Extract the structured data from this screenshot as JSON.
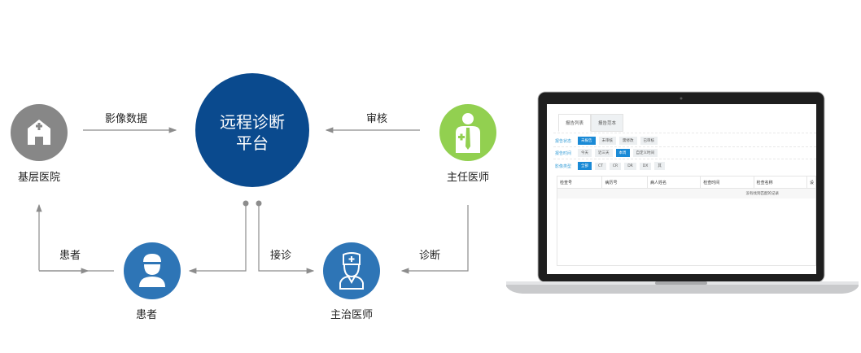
{
  "diagram": {
    "center": {
      "line1": "远程诊断",
      "line2": "平台"
    },
    "nodes": {
      "hospital": "基层医院",
      "chief_doctor": "主任医师",
      "patient": "患者",
      "attending_doctor": "主治医师"
    },
    "edges": {
      "image_data": "影像数据",
      "review": "审核",
      "patient": "患者",
      "reception": "接诊",
      "diagnosis": "诊断"
    },
    "colors": {
      "center": "#0a4a8e",
      "hospital": "#878787",
      "chief": "#92d050",
      "blue": "#2e75b6",
      "line": "#8c8c8c"
    }
  },
  "laptop_screen": {
    "tabs": [
      "报告列表",
      "报告范本"
    ],
    "filters": [
      {
        "label": "报告状态",
        "options": [
          "未报告",
          "未审核",
          "需修改",
          "已审核"
        ],
        "selected": 0
      },
      {
        "label": "报告时间",
        "options": [
          "今天",
          "近三天",
          "本周",
          "自定义时间"
        ],
        "selected": 2
      },
      {
        "label": "影像类型",
        "options": [
          "全部",
          "CT",
          "CR",
          "DR",
          "DX",
          "其"
        ],
        "selected": 0
      }
    ],
    "table_headers": [
      "检查号",
      "病历号",
      "病人姓名",
      "检查时间",
      "检查名称",
      "设"
    ],
    "empty_text": "没有找到匹配的记录"
  }
}
